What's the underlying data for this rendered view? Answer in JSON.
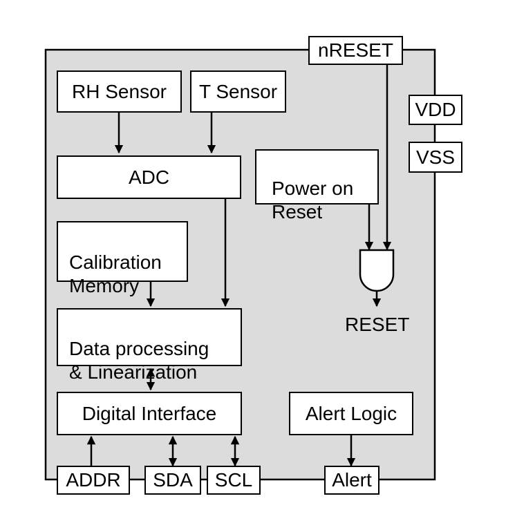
{
  "blocks": {
    "rh_sensor": "RH Sensor",
    "t_sensor": "T Sensor",
    "adc": "ADC",
    "power_on_reset": "Power on\nReset",
    "calibration_memory": "Calibration\nMemory",
    "data_processing": "Data  processing\n& Linearization",
    "digital_interface": "Digital Interface",
    "alert_logic": "Alert  Logic"
  },
  "pins": {
    "nreset": "nRESET",
    "vdd": "VDD",
    "vss": "VSS",
    "addr": "ADDR",
    "sda": "SDA",
    "scl": "SCL",
    "alert": "Alert"
  },
  "signals": {
    "reset_output": "RESET"
  },
  "colors": {
    "chip_fill": "#dcdcdc",
    "stroke": "#000000",
    "box_fill": "#ffffff"
  }
}
